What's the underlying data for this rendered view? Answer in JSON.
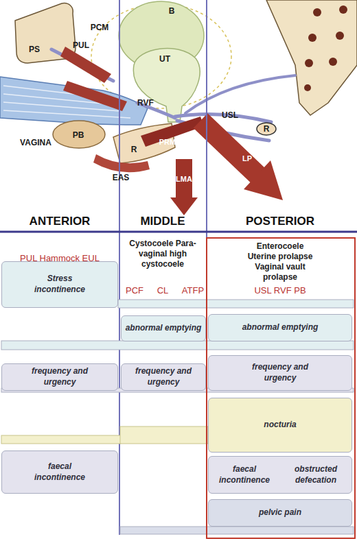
{
  "diagram": {
    "nodes": [
      {
        "text": [
          "Stress incontinence"
        ]
      },
      {
        "text": [
          "abnormal emptying"
        ]
      },
      {
        "text": [
          "abnormal emptying"
        ]
      },
      {
        "text": [
          "frequency and urgency"
        ]
      },
      {
        "text": [
          "frequency and urgency"
        ]
      },
      {
        "text": [
          "frequency and urgency"
        ]
      },
      {
        "text": [
          "nocturia"
        ]
      },
      {
        "text": [
          "faecal incontinence"
        ]
      },
      {
        "text": [
          "faecal incontinence",
          "obstructed defecation"
        ]
      },
      {
        "text": [
          "pelvic pain"
        ]
      }
    ],
    "labels": [
      "PS",
      "PCM",
      "PUL",
      "B",
      "UT",
      "PCM",
      "RVF",
      "USL",
      "R",
      "VAGINA",
      "PB",
      "R",
      "PRM",
      "EAS",
      "LP",
      "LMA",
      "ANTERIOR",
      "MIDDLE",
      "POSTERIOR",
      "Cystocoele Para-vaginal high cystocoele",
      "Enterocoele Uterine prolapse Vaginal vault prolapse",
      "PUL Hammock EUL",
      "PCF",
      "CL",
      "ATFP",
      "USL RVF PB"
    ]
  }
}
